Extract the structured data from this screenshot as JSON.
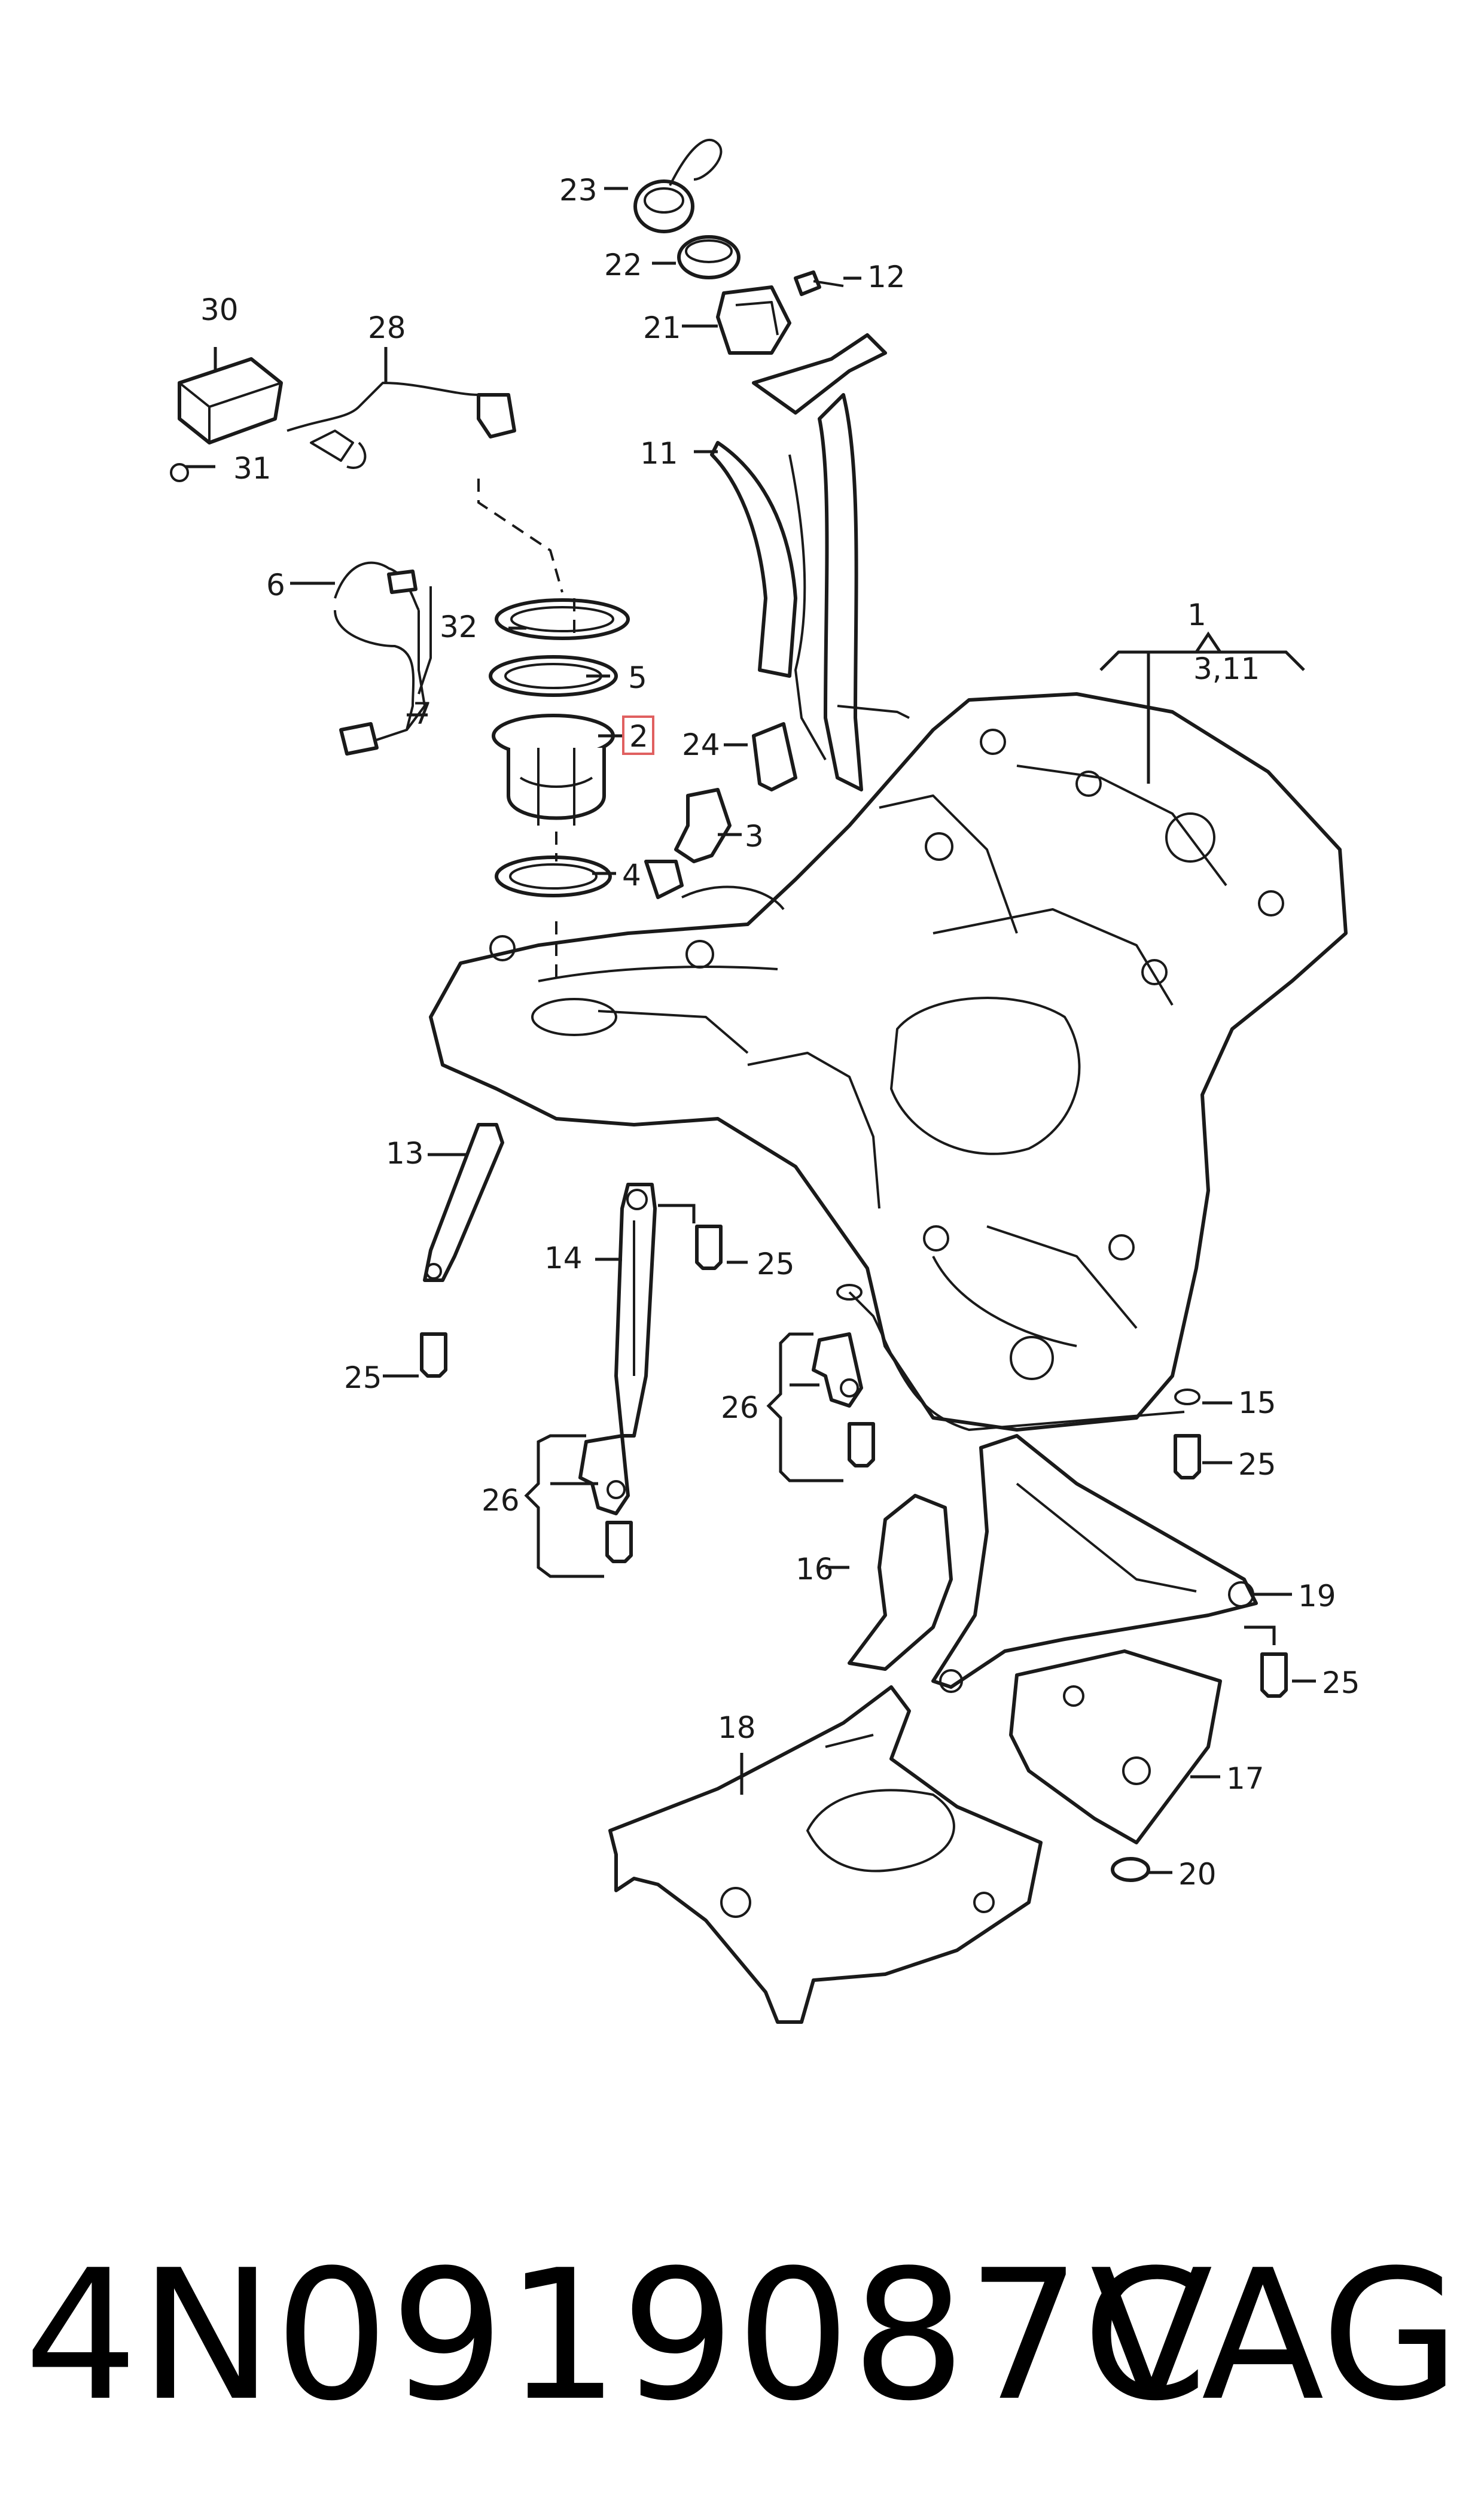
{
  "callouts": [
    {
      "key": "c1",
      "text": "1"
    },
    {
      "key": "c2",
      "text": "2",
      "highlighted": true
    },
    {
      "key": "c3",
      "text": "3"
    },
    {
      "key": "c3_11",
      "text": "3,11"
    },
    {
      "key": "c4",
      "text": "4"
    },
    {
      "key": "c5",
      "text": "5"
    },
    {
      "key": "c6",
      "text": "6"
    },
    {
      "key": "c7",
      "text": "7"
    },
    {
      "key": "c11",
      "text": "11"
    },
    {
      "key": "c12",
      "text": "12"
    },
    {
      "key": "c13",
      "text": "13"
    },
    {
      "key": "c14",
      "text": "14"
    },
    {
      "key": "c15",
      "text": "15"
    },
    {
      "key": "c16",
      "text": "16"
    },
    {
      "key": "c17",
      "text": "17"
    },
    {
      "key": "c18",
      "text": "18"
    },
    {
      "key": "c19",
      "text": "19"
    },
    {
      "key": "c20",
      "text": "20"
    },
    {
      "key": "c21",
      "text": "21"
    },
    {
      "key": "c22",
      "text": "22"
    },
    {
      "key": "c23",
      "text": "23"
    },
    {
      "key": "c24",
      "text": "24"
    },
    {
      "key": "c25a",
      "text": "25"
    },
    {
      "key": "c25b",
      "text": "25"
    },
    {
      "key": "c25c",
      "text": "25"
    },
    {
      "key": "c25d",
      "text": "25"
    },
    {
      "key": "c26a",
      "text": "26"
    },
    {
      "key": "c26b",
      "text": "26"
    },
    {
      "key": "c28",
      "text": "28"
    },
    {
      "key": "c30",
      "text": "30"
    },
    {
      "key": "c31",
      "text": "31"
    },
    {
      "key": "c32",
      "text": "32"
    }
  ],
  "highlight_color": "#e06060",
  "footer": {
    "part_number": "4N0919087C",
    "brand": "VAG"
  }
}
